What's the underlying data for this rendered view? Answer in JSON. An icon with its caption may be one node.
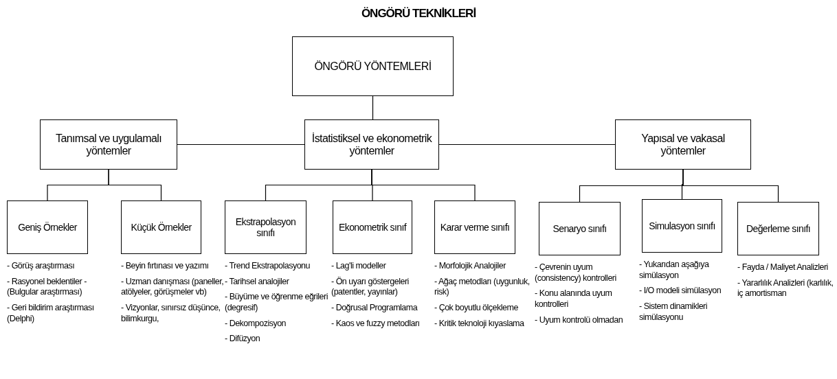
{
  "diagram": {
    "title": "ÖNGÖRÜ TEKNİKLERİ",
    "nodes": [
      {
        "text": [
          "ÖNGÖRÜ YÖNTEMLERİ"
        ]
      },
      {
        "text": [
          "Tanımsal ve uygulamalı yöntemler"
        ]
      },
      {
        "text": [
          "İstatistiksel ve ekonometrik yöntemler"
        ]
      },
      {
        "text": [
          "Yapısal ve vakasal yöntemler"
        ]
      },
      {
        "text": [
          "Geniş Örnekler"
        ],
        "beside": [
          "- Görüş araştırması",
          "- Rasyonel beklentiler - (Bulgular araştırması)",
          "- Geri bildirim araştırması (Delphi)"
        ]
      },
      {
        "text": [
          "Küçük Örnekler"
        ],
        "beside": [
          "- Beyin fırtınası ve yazımı",
          "- Uzman danışması (paneller, atölyeler, görüşmeler vb)",
          "- Vizyonlar, sınırsız düşünce, bilimkurgu,"
        ]
      },
      {
        "text": [
          "Ekstrapolasyon sınıfı"
        ],
        "beside": [
          "- Trend Ekstrapolasyonu",
          "- Tarihsel analojiler",
          "- Büyüme ve öğrenme eğrileri (degresif)",
          "- Dekompozisyon",
          "- Difüzyon"
        ]
      },
      {
        "text": [
          "Ekonometrik sınıf"
        ],
        "beside": [
          "- Lag'li modeller",
          "- Ön uyarı göstergeleri (patentler, yayınlar)",
          "- Doğrusal Programlama",
          "- Kaos ve fuzzy metodları"
        ]
      },
      {
        "text": [
          "Karar verme sınıfı"
        ],
        "beside": [
          "- Morfolojik Analojiler",
          "- Ağaç metodları (uygunluk, risk)",
          "- Çok boyutlu ölçekleme",
          "- Kritik teknoloji kıyaslama"
        ]
      },
      {
        "text": [
          "Senaryo sınıfı"
        ],
        "beside": [
          "- Çevrenin uyum (consistency) kontrolleri",
          "- Konu alanında uyum kontrolleri",
          "- Uyum kontrolü olmadan"
        ]
      },
      {
        "text": [
          "Simulasyon sınıfı"
        ],
        "beside": [
          "- Yukarıdan aşağıya simülasyon",
          "- I/O modeli simülasyon",
          "- Sistem dinamikleri simülasyonu"
        ]
      },
      {
        "text": [
          "Değerleme sınıfı"
        ],
        "beside": [
          "- Fayda / Maliyet Analizleri",
          "- Yararlılık Analizleri (karlılık, iç amortisman"
        ]
      }
    ],
    "edges": [
      {
        "from": 0,
        "to": 2,
        "arrow": "none"
      },
      {
        "from": 1,
        "to": 2,
        "arrow": "none"
      },
      {
        "from": 2,
        "to": 3,
        "arrow": "none"
      },
      {
        "from": 1,
        "to": 4,
        "arrow": "none"
      },
      {
        "from": 1,
        "to": 5,
        "arrow": "none"
      },
      {
        "from": 2,
        "to": 6,
        "arrow": "none"
      },
      {
        "from": 2,
        "to": 7,
        "arrow": "none"
      },
      {
        "from": 2,
        "to": 8,
        "arrow": "none"
      },
      {
        "from": 3,
        "to": 9,
        "arrow": "none"
      },
      {
        "from": 3,
        "to": 10,
        "arrow": "none"
      },
      {
        "from": 3,
        "to": 11,
        "arrow": "none"
      }
    ]
  }
}
